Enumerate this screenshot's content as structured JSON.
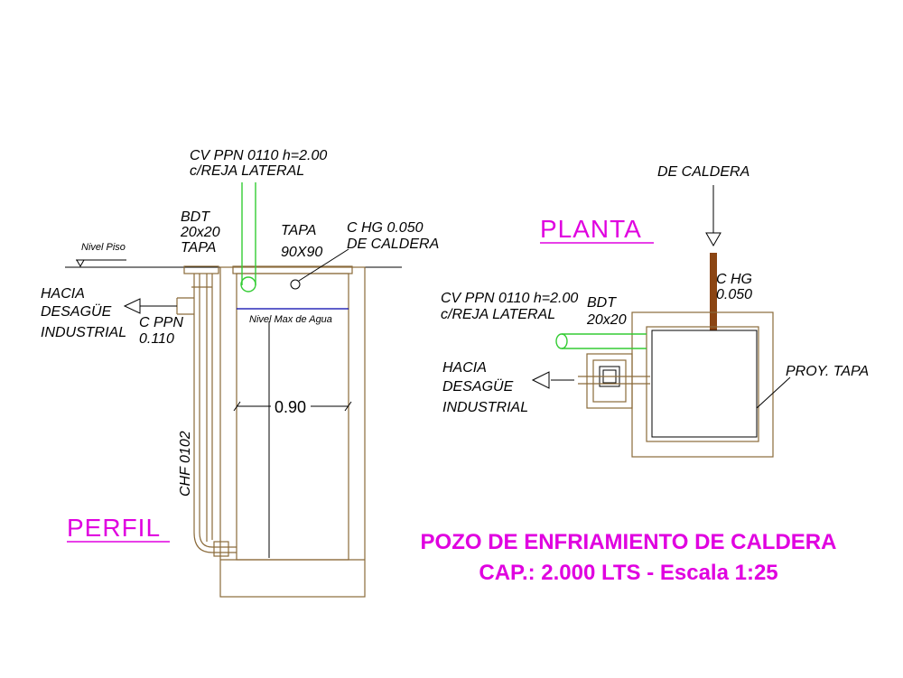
{
  "perfil": {
    "title": "PERFIL",
    "cv_line1": "CV PPN 0110 h=2.00",
    "cv_line2": "c/REJA LATERAL",
    "bdt_line1": "BDT",
    "bdt_line2": "20x20",
    "bdt_line3": "TAPA",
    "tapa_line1": "TAPA",
    "tapa_line2": "90X90",
    "chg_line1": "C HG 0.050",
    "chg_line2": "DE CALDERA",
    "nivel_piso": "Nivel Piso",
    "hacia_line1": "HACIA",
    "hacia_line2": "DESAGÜE",
    "hacia_line3": "INDUSTRIAL",
    "cppn_line1": "C PPN",
    "cppn_line2": "0.110",
    "nivel_max": "Nivel Max de Agua",
    "dimension": "0.90",
    "chf": "CHF 0102"
  },
  "planta": {
    "title": "PLANTA",
    "de_caldera": "DE CALDERA",
    "chg_line1": "C HG",
    "chg_line2": "0.050",
    "cv_line1": "CV PPN 0110 h=2.00",
    "cv_line2": "c/REJA LATERAL",
    "bdt_line1": "BDT",
    "bdt_line2": "20x20",
    "hacia_line1": "HACIA",
    "hacia_line2": "DESAGÜE",
    "hacia_line3": "INDUSTRIAL",
    "proy_tapa": "PROY. TAPA"
  },
  "footer": {
    "title_line1": "POZO DE ENFRIAMIENTO DE CALDERA",
    "title_line2": "CAP.: 2.000 LTS - Escala 1:25"
  },
  "colors": {
    "title_magenta": "#e000e0",
    "wall_tan": "#8a6a3a",
    "pipe_green": "#33cc33",
    "boiler_pipe": "#8b4513",
    "water_level": "#0000aa"
  }
}
